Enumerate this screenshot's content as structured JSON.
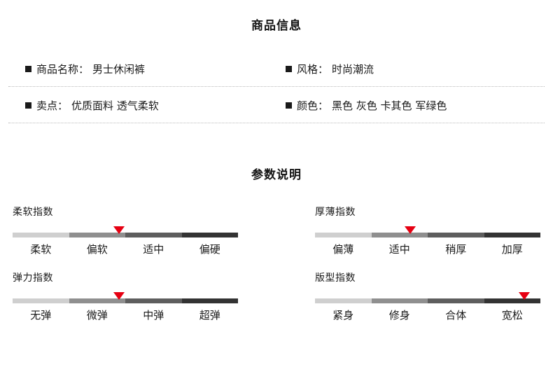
{
  "product_info": {
    "title": "商品信息",
    "rows": [
      {
        "left": {
          "label": "商品名称：",
          "value": "男士休闲裤"
        },
        "right": {
          "label": "风格：",
          "value": "时尚潮流"
        }
      },
      {
        "left": {
          "label": "卖点：",
          "value": "优质面料 透气柔软"
        },
        "right": {
          "label": "颜色：",
          "value": "黑色 灰色 卡其色 军绿色"
        }
      }
    ]
  },
  "spec": {
    "title": "参数说明",
    "marker_color": "#e60012",
    "segment_colors": [
      "#cfcfcf",
      "#8f8f8f",
      "#5e5e5e",
      "#333333"
    ],
    "meters": [
      {
        "name": "柔软指数",
        "labels": [
          "柔软",
          "偏软",
          "适中",
          "偏硬"
        ],
        "marker_segment": 2,
        "marker_percent": 37
      },
      {
        "name": "厚薄指数",
        "labels": [
          "偏薄",
          "适中",
          "稍厚",
          "加厚"
        ],
        "marker_segment": 2,
        "marker_percent": 40
      },
      {
        "name": "弹力指数",
        "labels": [
          "无弹",
          "微弹",
          "中弹",
          "超弹"
        ],
        "marker_segment": 2,
        "marker_percent": 37
      },
      {
        "name": "版型指数",
        "labels": [
          "紧身",
          "修身",
          "合体",
          "宽松"
        ],
        "marker_segment": 4,
        "marker_percent": 88
      }
    ]
  }
}
